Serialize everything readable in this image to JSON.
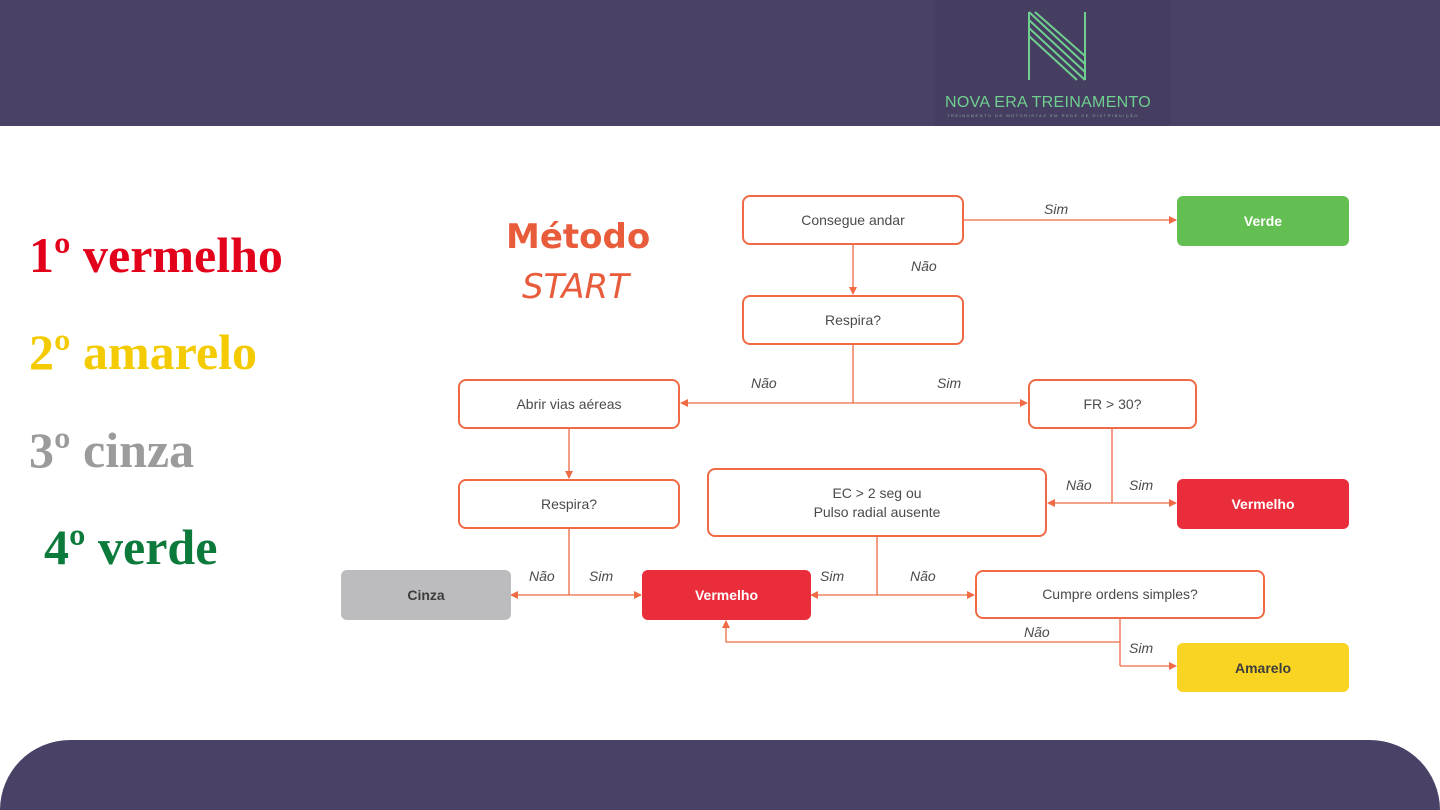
{
  "header": {
    "logo_name": "NOVA ERA TREINAMENTO",
    "logo_tagline": "TREINAMENTO DE MOTORISTAS EM REDE DE DISTRIBUIÇÃO"
  },
  "legend": [
    {
      "text": "1º vermelho",
      "color": "#e2001a"
    },
    {
      "text": "2º amarelo",
      "color": "#f3cb00"
    },
    {
      "text": "3º cinza",
      "color": "#9b9b9b"
    },
    {
      "text": "4º verde",
      "color": "#0c7a3b"
    }
  ],
  "diagram": {
    "title_line1": "Método",
    "title_line2": "START",
    "nodes": {
      "consegue_andar": "Consegue andar",
      "respira_1": "Respira?",
      "abrir_vias": "Abrir vias aéreas",
      "fr30": "FR > 30?",
      "respira_2": "Respira?",
      "ec_line1": "EC > 2 seg ou",
      "ec_line2": "Pulso radial ausente",
      "cumpre": "Cumpre ordens simples?"
    },
    "results": {
      "verde": "Verde",
      "vermelho_1": "Vermelho",
      "cinza": "Cinza",
      "vermelho_2": "Vermelho",
      "amarelo": "Amarelo"
    },
    "labels": {
      "sim": "Sim",
      "nao": "Não"
    },
    "colors": {
      "line": "#ef6a45",
      "verde": "#63bf51",
      "vermelho": "#ea2d3b",
      "cinza": "#bcbcbf",
      "amarelo": "#f9d423"
    }
  }
}
